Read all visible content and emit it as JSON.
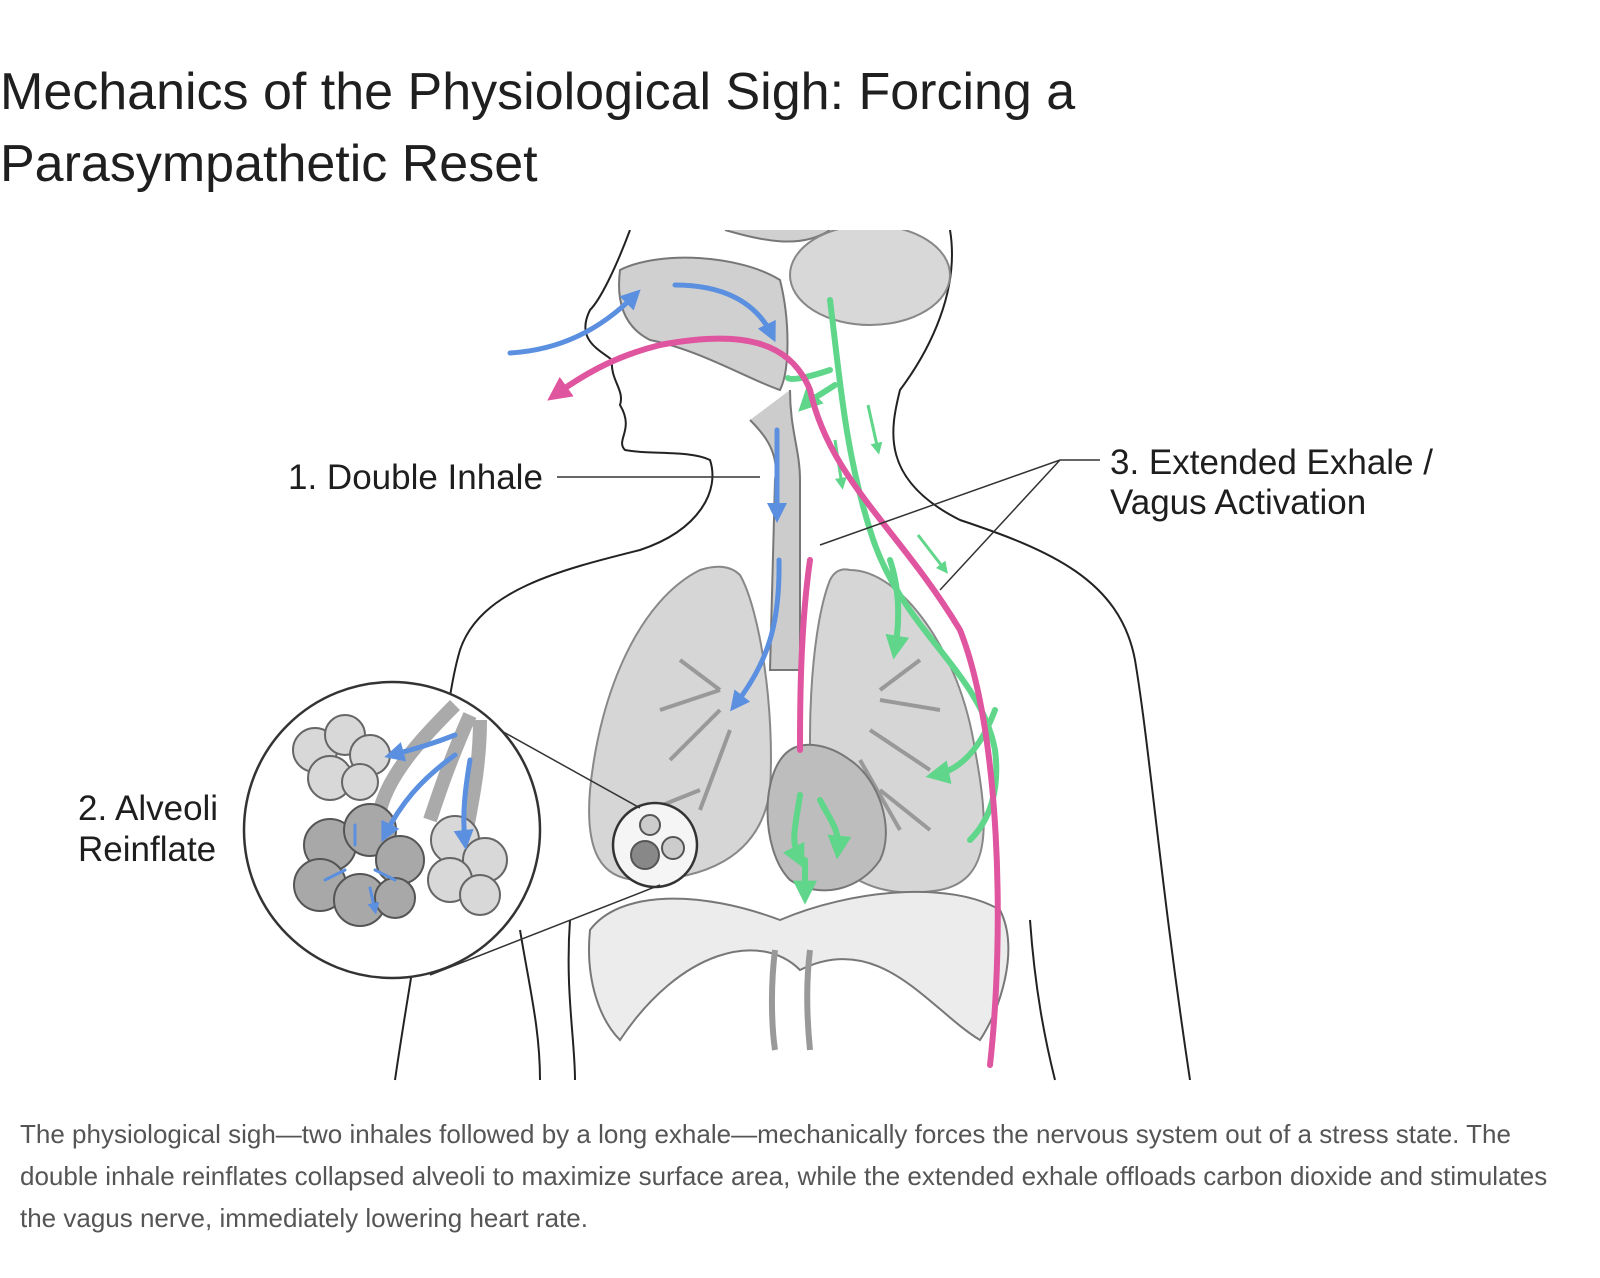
{
  "title": "Mechanics of the Physiological Sigh: Forcing a Parasympathetic Reset",
  "labels": {
    "double_inhale": "1. Double Inhale",
    "alveoli_line1": "2. Alveoli",
    "alveoli_line2": "Reinflate",
    "exhale_line1": "3. Extended Exhale /",
    "exhale_line2": "Vagus Activation"
  },
  "caption": "The physiological sigh—two inhales followed by a long exhale—mechanically forces the nervous system out of a stress state. The double inhale reinflates collapsed alveoli to maximize surface area, while the extended exhale offloads carbon dioxide and stimulates the vagus nerve, immediately lowering heart rate.",
  "colors": {
    "inhale": "#5b8fe0",
    "exhale": "#e0559f",
    "vagus": "#5fd68a",
    "tissue": "#cfcfcf",
    "outline": "#222222"
  },
  "icons": {
    "inhale_arrows": "blue-airflow-arrow",
    "exhale_arrow": "pink-exhale-arrow",
    "vagus_arrows": "green-vagus-arrow"
  }
}
